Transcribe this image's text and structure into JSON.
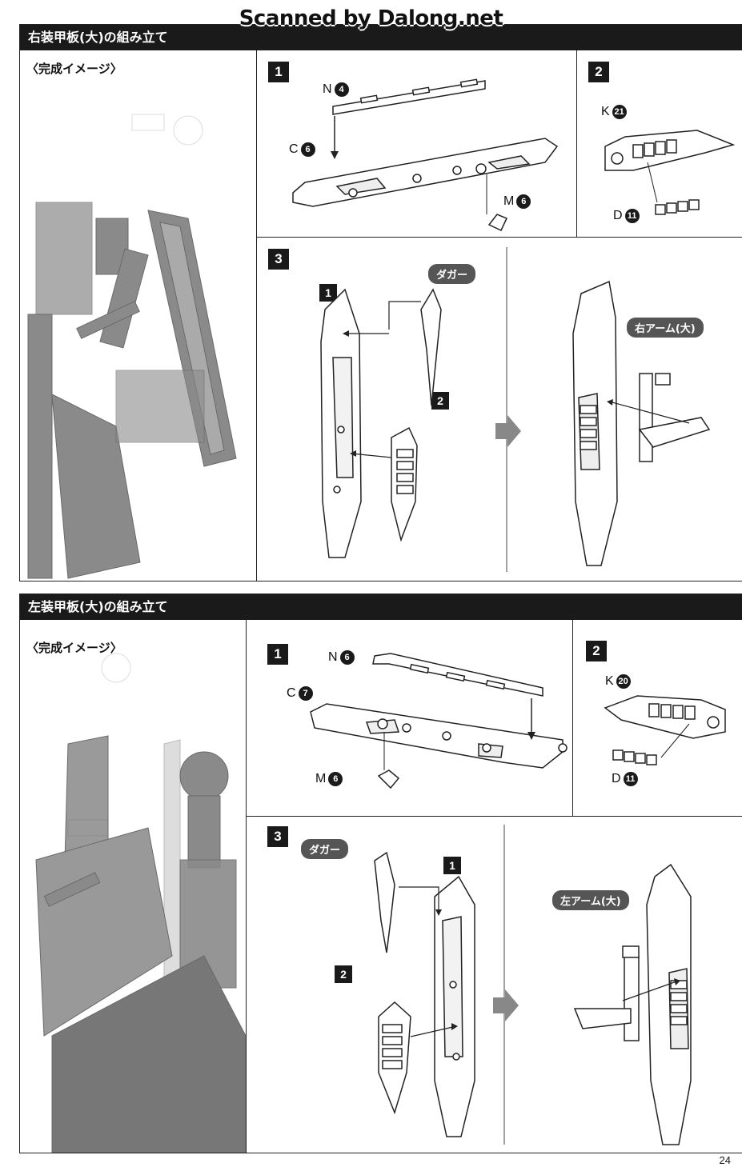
{
  "watermark": "Scanned by Dalong.net",
  "page_number": "24",
  "sections": [
    {
      "title": "右装甲板(大)の組み立て",
      "image_label": "〈完成イメージ〉",
      "step1": {
        "badge": "1",
        "parts": [
          {
            "letter": "N",
            "num": "4"
          },
          {
            "letter": "C",
            "num": "6"
          },
          {
            "letter": "M",
            "num": "6"
          }
        ]
      },
      "step2": {
        "badge": "2",
        "parts": [
          {
            "letter": "K",
            "num": "21"
          },
          {
            "letter": "D",
            "num": "11"
          }
        ]
      },
      "step3": {
        "badge": "3",
        "sub1": "1",
        "sub2": "2",
        "dagger_tag": "ダガー",
        "arm_tag": "右アーム(大)"
      }
    },
    {
      "title": "左装甲板(大)の組み立て",
      "image_label": "〈完成イメージ〉",
      "step1": {
        "badge": "1",
        "parts": [
          {
            "letter": "N",
            "num": "6"
          },
          {
            "letter": "C",
            "num": "7"
          },
          {
            "letter": "M",
            "num": "6"
          }
        ]
      },
      "step2": {
        "badge": "2",
        "parts": [
          {
            "letter": "K",
            "num": "20"
          },
          {
            "letter": "D",
            "num": "11"
          }
        ]
      },
      "step3": {
        "badge": "3",
        "sub1": "1",
        "sub2": "2",
        "dagger_tag": "ダガー",
        "arm_tag": "左アーム(大)"
      }
    }
  ],
  "colors": {
    "header_bg": "#1a1a1a",
    "tag_bg": "#555555",
    "arrow": "#888888",
    "render_gray": "#8a8a8a"
  }
}
